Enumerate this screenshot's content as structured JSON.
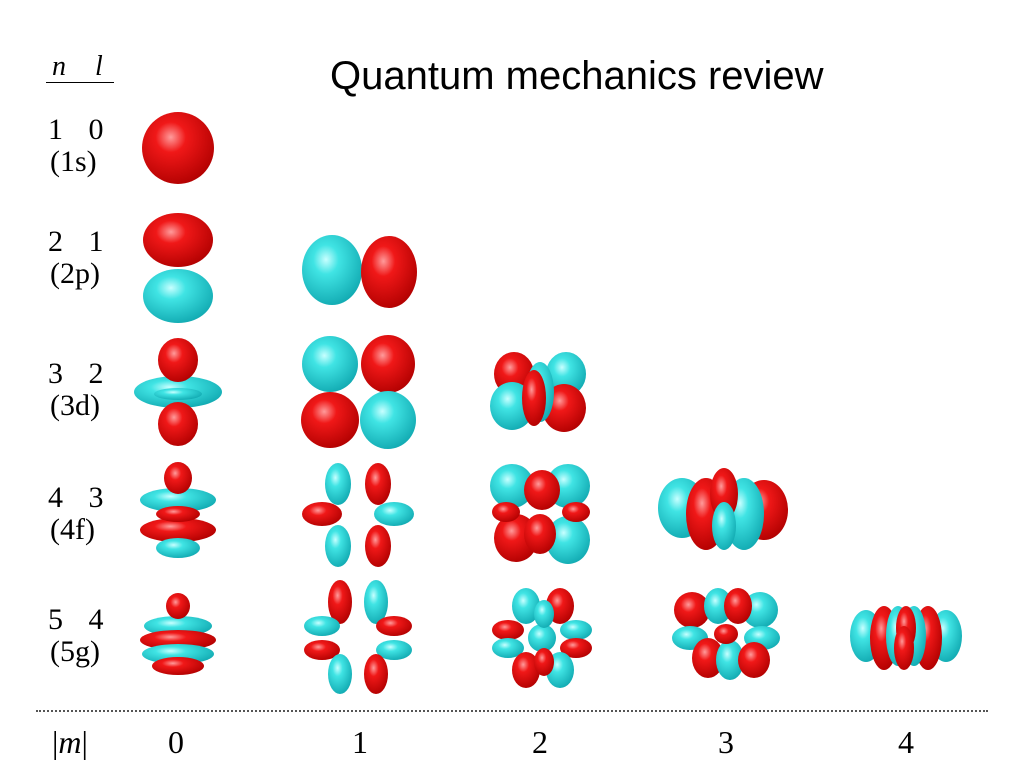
{
  "title": "Quantum mechanics review",
  "header": {
    "n": "n",
    "l": "l"
  },
  "rows": [
    {
      "n": "1",
      "l": "0",
      "orbital": "(1s)"
    },
    {
      "n": "2",
      "l": "1",
      "orbital": "(2p)"
    },
    {
      "n": "3",
      "l": "2",
      "orbital": "(3d)"
    },
    {
      "n": "4",
      "l": "3",
      "orbital": "(4f)"
    },
    {
      "n": "5",
      "l": "4",
      "orbital": "(5g)"
    }
  ],
  "m_axis": {
    "label": "m",
    "values": [
      "0",
      "1",
      "2",
      "3",
      "4"
    ]
  },
  "colors": {
    "positive_lobe": "#dd0a0a",
    "negative_lobe": "#22d4d4"
  }
}
